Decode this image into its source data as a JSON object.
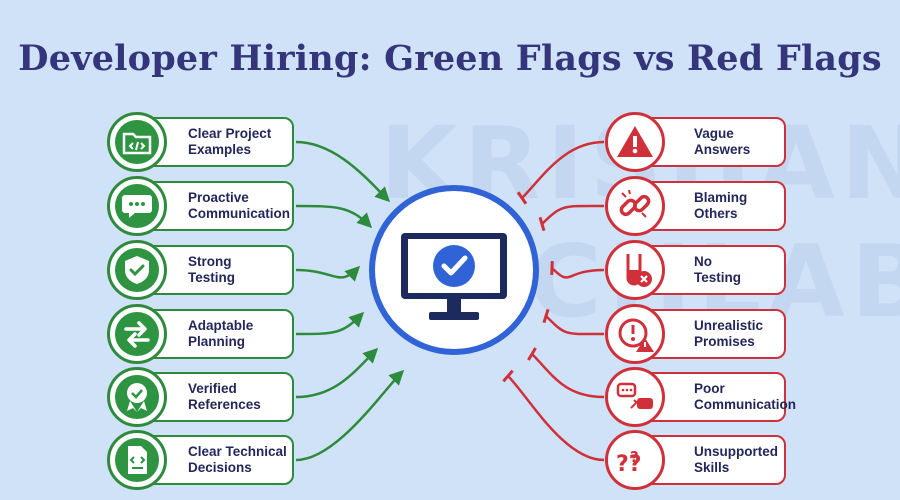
{
  "title": "Developer Hiring: Green Flags vs Red Flags",
  "watermark": [
    "KRISHANG",
    "TECHLAB"
  ],
  "colors": {
    "green": "#2e8b3d",
    "red": "#d0303a",
    "blue": "#2f63d6",
    "navy": "#23275a"
  },
  "center": {
    "icon": "monitor-checkmark-icon"
  },
  "green_flags": [
    {
      "label": "Clear Project\nExamples",
      "icon": "code-folder-icon"
    },
    {
      "label": "Proactive\nCommunication",
      "icon": "chat-bubble-icon"
    },
    {
      "label": "Strong\nTesting",
      "icon": "shield-check-icon"
    },
    {
      "label": "Adaptable\nPlanning",
      "icon": "switch-arrows-icon"
    },
    {
      "label": "Verified\nReferences",
      "icon": "award-badge-icon"
    },
    {
      "label": "Clear Technical\nDecisions",
      "icon": "code-document-icon"
    }
  ],
  "red_flags": [
    {
      "label": "Vague\nAnswers",
      "icon": "warning-triangle-icon"
    },
    {
      "label": "Blaming\nOthers",
      "icon": "broken-link-icon"
    },
    {
      "label": "No\nTesting",
      "icon": "test-tube-x-icon"
    },
    {
      "label": "Unrealistic\nPromises",
      "icon": "clock-warning-icon"
    },
    {
      "label": "Poor\nCommunication",
      "icon": "broken-chat-icon"
    },
    {
      "label": "Unsupported\nSkills",
      "icon": "question-marks-icon"
    }
  ]
}
